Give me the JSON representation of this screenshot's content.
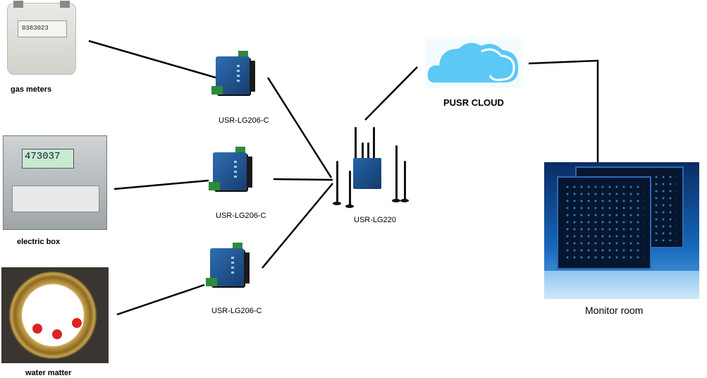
{
  "labels": {
    "gas": "gas meters",
    "electric": "electric box",
    "water": "water matter",
    "gw1": "USR-LG206-C",
    "gw2": "USR-LG206-C",
    "gw3": "USR-LG206-C",
    "router": "USR-LG220",
    "cloud": "PUSR CLOUD",
    "monitor": "Monitor room"
  },
  "meter_readings": {
    "gas": "0383023",
    "electric": "473037"
  },
  "colors": {
    "cloud_fill": "#5cc8f5",
    "device_blue": "#2f6fb3",
    "terminal_green": "#2e8b3a"
  }
}
